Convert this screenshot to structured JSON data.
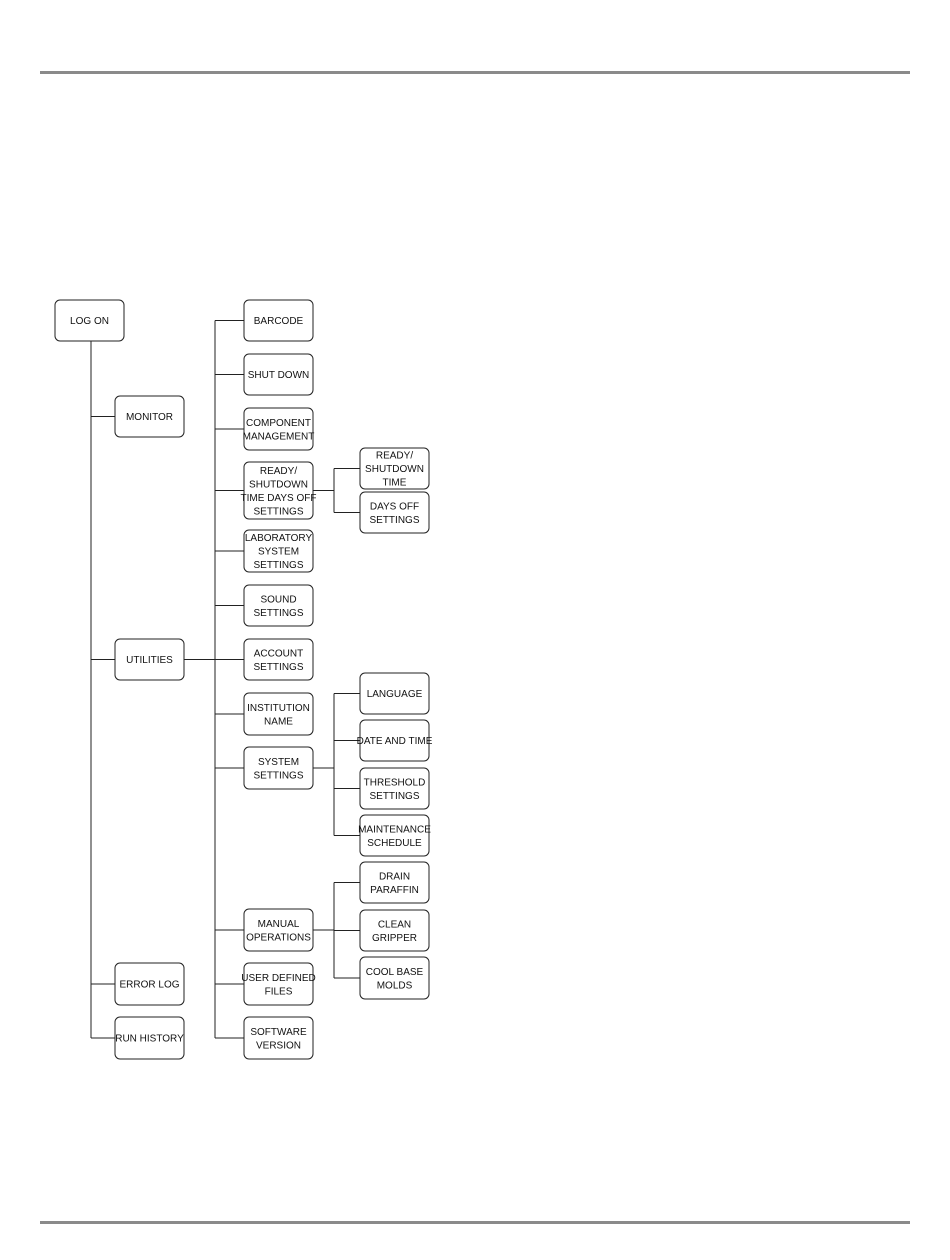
{
  "diagram": {
    "nodes": [
      {
        "id": "log-on",
        "label": "LOG ON"
      },
      {
        "id": "monitor",
        "label": "MONITOR"
      },
      {
        "id": "utilities",
        "label": "UTILITIES"
      },
      {
        "id": "error-log",
        "label": "ERROR LOG"
      },
      {
        "id": "run-history",
        "label": "RUN HISTORY"
      },
      {
        "id": "barcode",
        "label": "BARCODE"
      },
      {
        "id": "shut-down",
        "label": "SHUT DOWN"
      },
      {
        "id": "component-management",
        "label": "COMPONENT\nMANAGEMENT"
      },
      {
        "id": "ready-shutdown-time-days-off-settings",
        "label": "READY/\nSHUTDOWN\nTIME DAYS OFF\nSETTINGS"
      },
      {
        "id": "laboratory-system-settings",
        "label": "LABORATORY\nSYSTEM\nSETTINGS"
      },
      {
        "id": "sound-settings",
        "label": "SOUND\nSETTINGS"
      },
      {
        "id": "account-settings",
        "label": "ACCOUNT\nSETTINGS"
      },
      {
        "id": "institution-name",
        "label": "INSTITUTION\nNAME"
      },
      {
        "id": "system-settings",
        "label": "SYSTEM\nSETTINGS"
      },
      {
        "id": "manual-operations",
        "label": "MANUAL\nOPERATIONS"
      },
      {
        "id": "user-defined-files",
        "label": "USER DEFINED\nFILES"
      },
      {
        "id": "software-version",
        "label": "SOFTWARE\nVERSION"
      },
      {
        "id": "ready-shutdown-time",
        "label": "READY/\nSHUTDOWN\nTIME"
      },
      {
        "id": "days-off-settings",
        "label": "DAYS OFF\nSETTINGS"
      },
      {
        "id": "language",
        "label": "LANGUAGE"
      },
      {
        "id": "date-and-time",
        "label": "DATE AND TIME"
      },
      {
        "id": "threshold-settings",
        "label": "THRESHOLD\nSETTINGS"
      },
      {
        "id": "maintenance-schedule",
        "label": "MAINTENANCE\nSCHEDULE"
      },
      {
        "id": "drain-paraffin",
        "label": "DRAIN\nPARAFFIN"
      },
      {
        "id": "clean-gripper",
        "label": "CLEAN\nGRIPPER"
      },
      {
        "id": "cool-base-molds",
        "label": "COOL BASE\nMOLDS"
      }
    ],
    "edges": [
      [
        "log-on",
        "monitor"
      ],
      [
        "log-on",
        "utilities"
      ],
      [
        "log-on",
        "error-log"
      ],
      [
        "log-on",
        "run-history"
      ],
      [
        "utilities",
        "barcode"
      ],
      [
        "utilities",
        "shut-down"
      ],
      [
        "utilities",
        "component-management"
      ],
      [
        "utilities",
        "ready-shutdown-time-days-off-settings"
      ],
      [
        "utilities",
        "laboratory-system-settings"
      ],
      [
        "utilities",
        "sound-settings"
      ],
      [
        "utilities",
        "account-settings"
      ],
      [
        "utilities",
        "institution-name"
      ],
      [
        "utilities",
        "system-settings"
      ],
      [
        "utilities",
        "manual-operations"
      ],
      [
        "utilities",
        "user-defined-files"
      ],
      [
        "utilities",
        "software-version"
      ],
      [
        "ready-shutdown-time-days-off-settings",
        "ready-shutdown-time"
      ],
      [
        "ready-shutdown-time-days-off-settings",
        "days-off-settings"
      ],
      [
        "system-settings",
        "language"
      ],
      [
        "system-settings",
        "date-and-time"
      ],
      [
        "system-settings",
        "threshold-settings"
      ],
      [
        "system-settings",
        "maintenance-schedule"
      ],
      [
        "manual-operations",
        "drain-paraffin"
      ],
      [
        "manual-operations",
        "clean-gripper"
      ],
      [
        "manual-operations",
        "cool-base-molds"
      ]
    ]
  }
}
